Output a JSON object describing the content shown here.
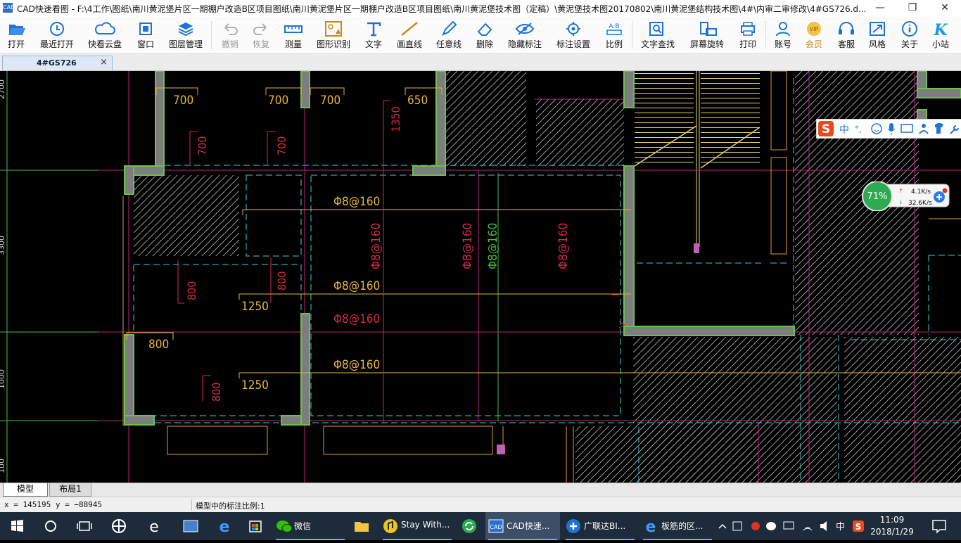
{
  "window": {
    "title": "CAD快速看图 - F:\\4工作\\图纸\\南川黄泥堡片区一期棚户改造B区项目图纸\\南川黄泥堡片区一期棚户改造B区项目图纸\\南川黄泥堡技术图（定稿）\\黄泥堡技术图20170802\\南川黄泥堡结构技术图\\4#\\内审二审修改\\4#GS726.d...",
    "app_icon": "CAD",
    "controls": {
      "minimize": "—",
      "maximize": "❐",
      "close": "✕"
    }
  },
  "toolbar": {
    "items": [
      {
        "label": "打开",
        "icon": "folder-open-icon",
        "enabled": true
      },
      {
        "label": "最近打开",
        "icon": "recent-clock-icon",
        "enabled": true
      },
      {
        "label": "快看云盘",
        "icon": "cloud-icon",
        "enabled": true
      },
      {
        "label": "窗口",
        "icon": "window-icon",
        "enabled": true
      },
      {
        "label": "图层管理",
        "icon": "layers-icon",
        "enabled": true
      },
      {
        "label": "撤销",
        "icon": "undo-icon",
        "enabled": false
      },
      {
        "label": "恢复",
        "icon": "redo-icon",
        "enabled": false
      },
      {
        "label": "测量",
        "icon": "ruler-icon",
        "enabled": true
      },
      {
        "label": "图形识别",
        "icon": "shape-recognize-icon",
        "enabled": true
      },
      {
        "label": "文字",
        "icon": "text-icon",
        "enabled": true
      },
      {
        "label": "画直线",
        "icon": "line-icon",
        "enabled": true
      },
      {
        "label": "任意线",
        "icon": "pen-icon",
        "enabled": true
      },
      {
        "label": "删除",
        "icon": "eraser-icon",
        "enabled": true
      },
      {
        "label": "隐藏标注",
        "icon": "eye-hide-icon",
        "enabled": true
      },
      {
        "label": "标注设置",
        "icon": "annotation-settings-icon",
        "enabled": true
      },
      {
        "label": "比例",
        "icon": "scale-icon",
        "enabled": true
      },
      {
        "label": "文字查找",
        "icon": "text-search-icon",
        "enabled": true
      },
      {
        "label": "屏幕旋转",
        "icon": "rotate-screen-icon",
        "enabled": true
      },
      {
        "label": "打印",
        "icon": "printer-icon",
        "enabled": true
      },
      {
        "label": "账号",
        "icon": "user-icon",
        "enabled": true
      },
      {
        "label": "会员",
        "icon": "vip-icon",
        "enabled": true
      },
      {
        "label": "客服",
        "icon": "headset-icon",
        "enabled": true
      },
      {
        "label": "风格",
        "icon": "style-icon",
        "enabled": true
      },
      {
        "label": "关于",
        "icon": "info-icon",
        "enabled": true
      },
      {
        "label": "小站",
        "icon": "k-station-icon",
        "enabled": true
      }
    ],
    "ratio_icon_text": "A:B"
  },
  "doc_tab": {
    "label": "4#GS726",
    "close": "×"
  },
  "drawing": {
    "dims_700": "700",
    "dim_650": "650",
    "dim_1350": "1350",
    "dim_800": "800",
    "dim_1250": "1250",
    "rebar": "Φ8@160",
    "ruler_top": "2700",
    "ruler_mid": "3300",
    "ruler_low": "1000",
    "ruler_bottom": "100"
  },
  "colors": {
    "wall_green": "#69c34a",
    "dim_yellow": "#e8b63a",
    "cyan_dash": "#2fd5d5",
    "rebar_red": "#d22a4a",
    "magenta": "#b8237a",
    "grid_green": "#3fbf3f",
    "orange_line": "#e39a2f"
  },
  "ime_bar": {
    "brand": "S",
    "lang": "中",
    "punct": "°,",
    "icons": [
      "smile-icon",
      "mic-icon",
      "keyboard-icon",
      "user-icon",
      "shirt-icon",
      "wrench-icon"
    ]
  },
  "net_widget": {
    "percent": "71%",
    "up": "4.1K/s",
    "down": "32.6K/s"
  },
  "layout_tabs": {
    "model": "模型",
    "layout1": "布局1"
  },
  "status": {
    "coords": "x = 145195  y = −88945",
    "scale_text": "模型中的标注比例:1"
  },
  "taskbar": {
    "apps": [
      {
        "label": "微信",
        "icon": "wechat-icon"
      },
      {
        "label": "Stay With...",
        "icon": "music-icon"
      },
      {
        "label": "CAD快速...",
        "icon": "cad-icon",
        "active": true
      },
      {
        "label": "广联达BI...",
        "icon": "glodon-icon"
      },
      {
        "label": "板筋的区...",
        "icon": "ie-icon"
      }
    ],
    "tray": {
      "ime": "中",
      "sogou": "S"
    },
    "time": "11:09",
    "date": "2018/1/29"
  }
}
